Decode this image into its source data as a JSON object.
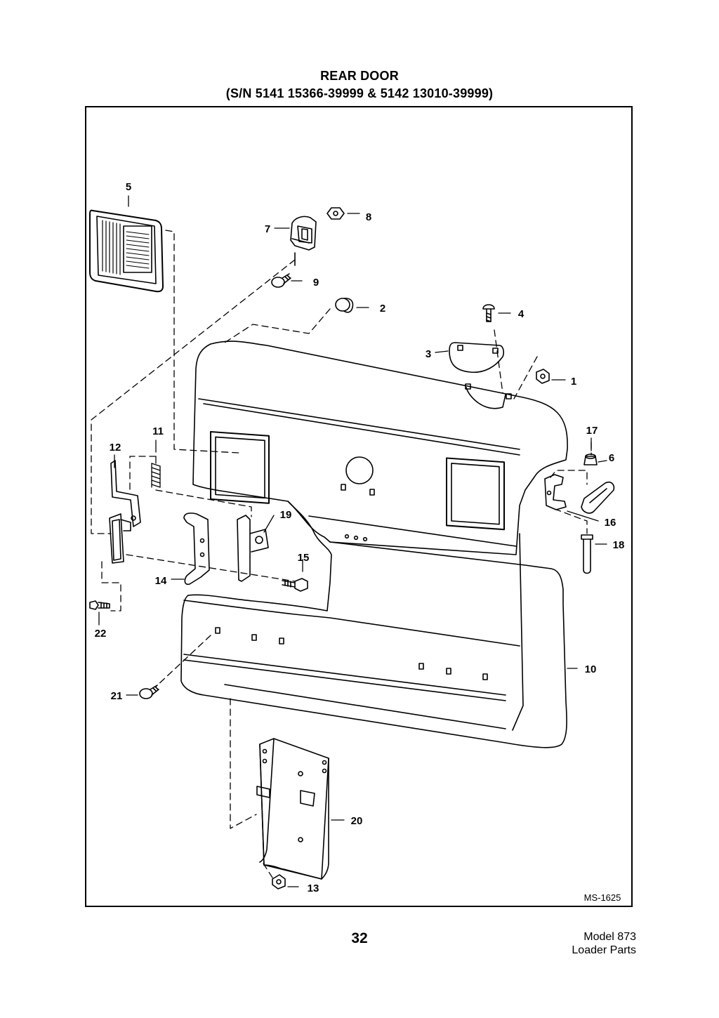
{
  "header": {
    "title": "REAR DOOR",
    "subtitle": "(S/N 5141 15366-39999 & 5142 13010-39999)"
  },
  "diagram": {
    "drawing_code": "MS-1625",
    "callouts": [
      {
        "id": "c1",
        "label": "1"
      },
      {
        "id": "c2",
        "label": "2"
      },
      {
        "id": "c3",
        "label": "3"
      },
      {
        "id": "c4",
        "label": "4"
      },
      {
        "id": "c5",
        "label": "5"
      },
      {
        "id": "c6",
        "label": "6"
      },
      {
        "id": "c7",
        "label": "7"
      },
      {
        "id": "c8",
        "label": "8"
      },
      {
        "id": "c9",
        "label": "9"
      },
      {
        "id": "c10",
        "label": "10"
      },
      {
        "id": "c11",
        "label": "11"
      },
      {
        "id": "c12",
        "label": "12"
      },
      {
        "id": "c13",
        "label": "13"
      },
      {
        "id": "c14",
        "label": "14"
      },
      {
        "id": "c15",
        "label": "15"
      },
      {
        "id": "c16",
        "label": "16"
      },
      {
        "id": "c17",
        "label": "17"
      },
      {
        "id": "c18",
        "label": "18"
      },
      {
        "id": "c19",
        "label": "19"
      },
      {
        "id": "c20",
        "label": "20"
      },
      {
        "id": "c21",
        "label": "21"
      },
      {
        "id": "c22",
        "label": "22"
      }
    ]
  },
  "footer": {
    "page_number": "32",
    "model_line1": "Model 873",
    "model_line2": "Loader Parts"
  }
}
